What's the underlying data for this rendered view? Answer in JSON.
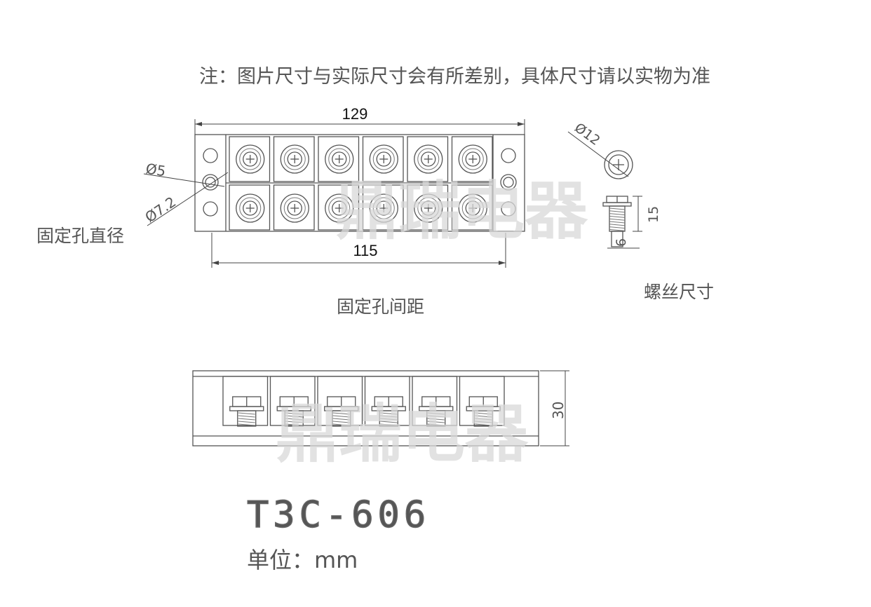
{
  "note": "注：图片尺寸与实际尺寸会有所差别，具体尺寸请以实物为准",
  "watermark": "鼎瑞电器",
  "model": "T3C-606",
  "unit": "单位：mm",
  "labels": {
    "hole_diameter": "固定孔直径",
    "hole_spacing": "固定孔间距",
    "screw_size": "螺丝尺寸"
  },
  "dimensions": {
    "overall_length": "129",
    "hole_spacing": "115",
    "hole_inner": "Ø5",
    "hole_outer": "Ø7.2",
    "screw_head": "Ø12",
    "screw_length": "15",
    "screw_thread": "6",
    "height": "30"
  },
  "terminal_positions": 6,
  "colors": {
    "line": "#555555",
    "watermark": "#d9d9d9"
  }
}
